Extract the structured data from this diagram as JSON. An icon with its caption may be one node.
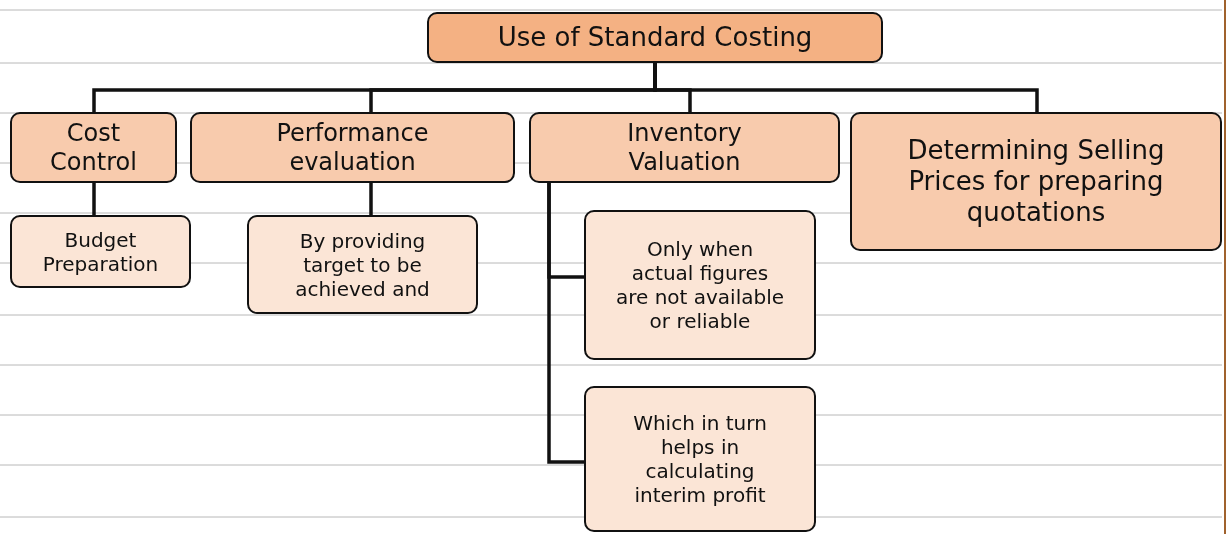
{
  "diagram": {
    "nodes": [
      {
        "text": [
          "Use of Standard Costing"
        ]
      },
      {
        "text": [
          "Cost Control"
        ]
      },
      {
        "text": [
          "Performance evaluation"
        ]
      },
      {
        "text": [
          "Inventory Valuation"
        ]
      },
      {
        "text": [
          "Determining Selling Prices for preparing quotations"
        ]
      },
      {
        "text": [
          "Budget Preparation"
        ]
      },
      {
        "text": [
          "By providing target to be achieved and"
        ]
      },
      {
        "text": [
          "Only when actual figures are not available or reliable"
        ]
      },
      {
        "text": [
          "Which in turn helps in calculating interim profit"
        ]
      }
    ],
    "edges": [
      {
        "from": 0,
        "to": 1,
        "arrow": "none"
      },
      {
        "from": 0,
        "to": 2,
        "arrow": "none"
      },
      {
        "from": 0,
        "to": 3,
        "arrow": "none"
      },
      {
        "from": 0,
        "to": 4,
        "arrow": "none"
      },
      {
        "from": 1,
        "to": 5,
        "arrow": "none"
      },
      {
        "from": 2,
        "to": 6,
        "arrow": "none"
      },
      {
        "from": 3,
        "to": 7,
        "arrow": "none"
      },
      {
        "from": 3,
        "to": 8,
        "arrow": "none"
      }
    ]
  }
}
